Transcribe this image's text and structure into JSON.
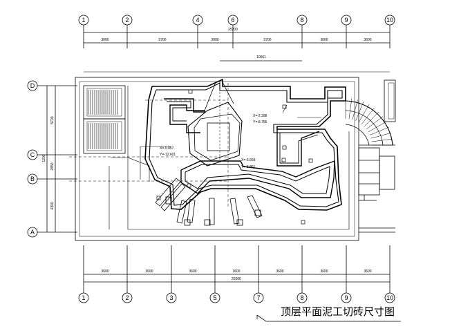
{
  "drawing": {
    "title": "顶层平面泥工切砖尺寸图",
    "axes_top": [
      "1",
      "2",
      "4",
      "6",
      "8",
      "9",
      "10"
    ],
    "axes_bottom": [
      "1",
      "2",
      "3",
      "5",
      "7",
      "8",
      "9",
      "10"
    ],
    "axes_left": [
      "D",
      "C",
      "B",
      "A"
    ],
    "dims_top": [
      "3600",
      "5700",
      "3000",
      "5700",
      "3600",
      "3600"
    ],
    "dims_top_total": "25200",
    "dims_bottom": [
      "3600",
      "3600",
      "3600",
      "3600",
      "3600",
      "3600",
      "3600"
    ],
    "dims_bottom_total": "25200",
    "dims_left": [
      "5700",
      "1200",
      "2850",
      "4300"
    ],
    "dim_offset": "10661",
    "coord_labels": [
      "X=-2.398",
      "Y=-8.755",
      "X=-5.857",
      "Y=-12.601",
      "X=-6.669",
      "Y=-5.861"
    ]
  }
}
